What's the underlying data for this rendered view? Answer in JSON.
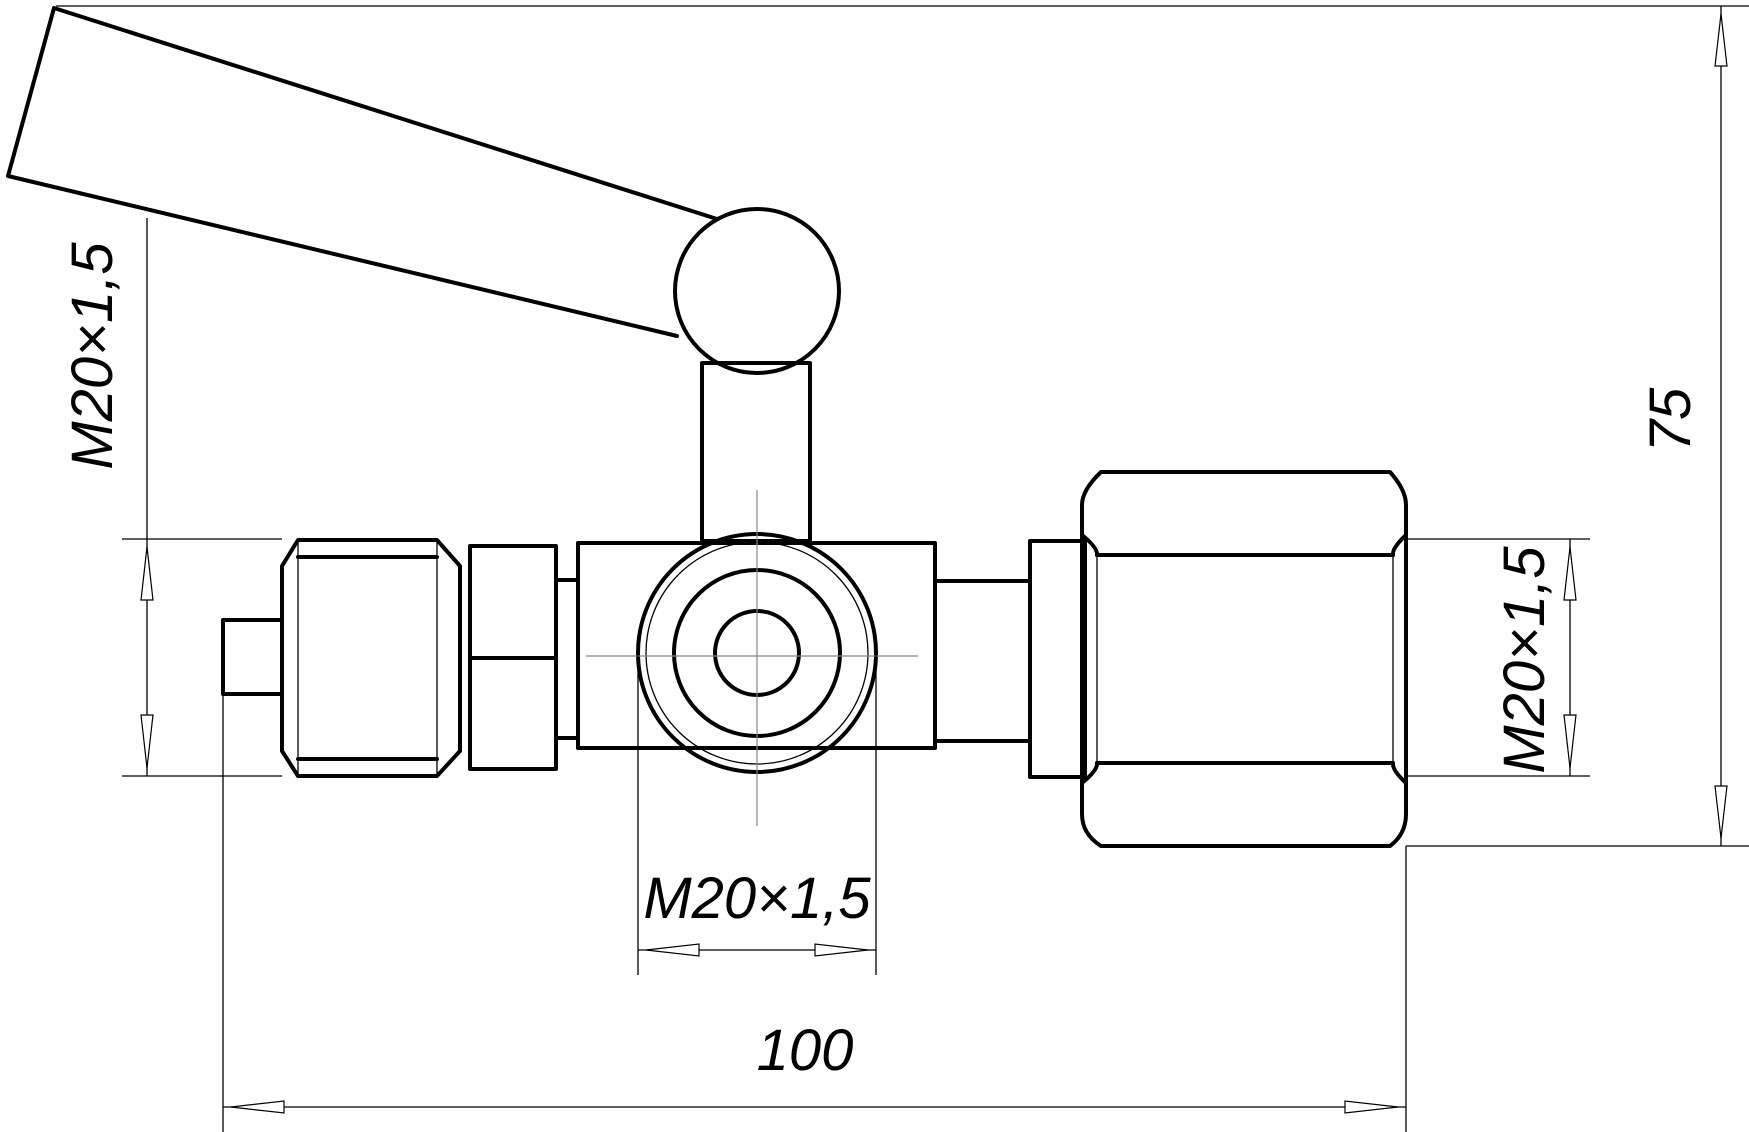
{
  "drawing": {
    "labels": {
      "left_thread": "M20×1,5",
      "bottom_thread": "M20×1,5",
      "right_thread": "M20×1,5",
      "overall_length": "100",
      "overall_height": "75"
    },
    "colors": {
      "line": "#000000",
      "background": "#ffffff",
      "centerline": "#888888"
    }
  }
}
